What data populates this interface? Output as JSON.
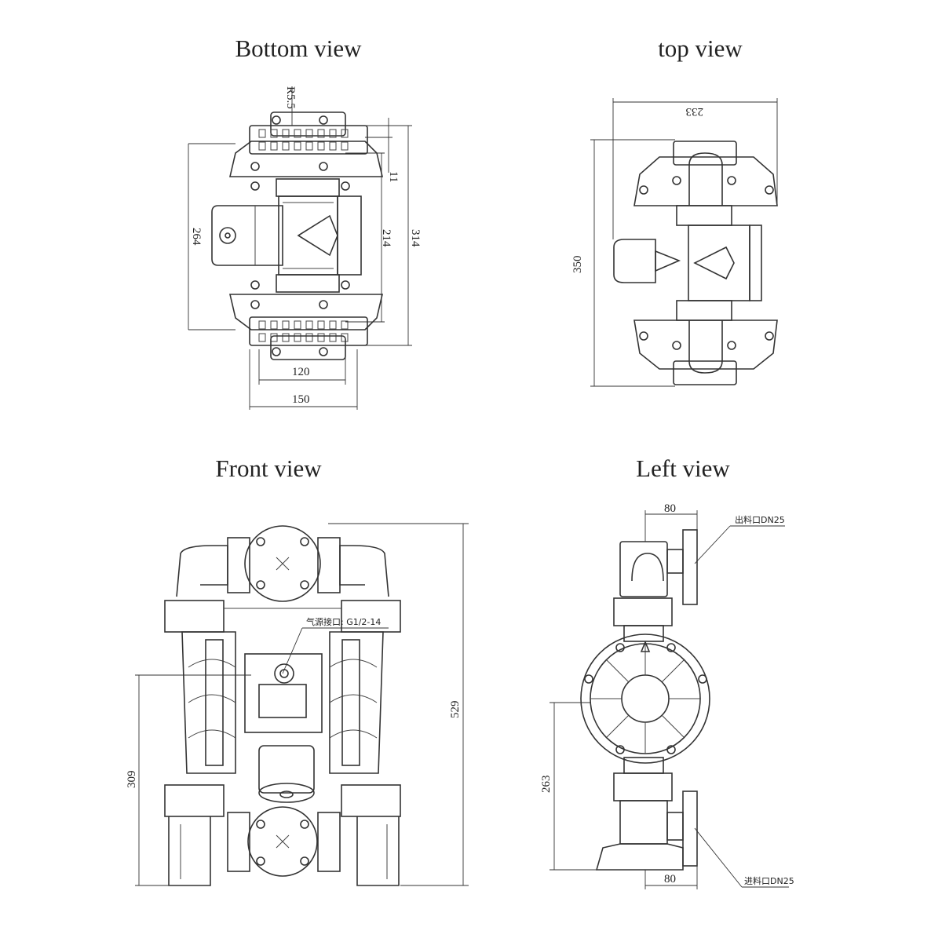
{
  "titles": {
    "bottom": "Bottom view",
    "top": "top view",
    "front": "Front view",
    "left": "Left view"
  },
  "bottom_view": {
    "radius": "R5.5",
    "dim_11": "11",
    "dim_264": "264",
    "dim_214": "214",
    "dim_314": "314",
    "dim_120": "120",
    "dim_150": "150"
  },
  "top_view": {
    "dim_233": "233",
    "dim_350": "350"
  },
  "front_view": {
    "air_inlet": "气源接口: G1/2-14",
    "dim_529": "529",
    "dim_309": "309"
  },
  "left_view": {
    "dim_80_top": "80",
    "dim_80_bottom": "80",
    "dim_263": "263",
    "outlet": "出料口DN25",
    "inlet": "进料口DN25"
  }
}
